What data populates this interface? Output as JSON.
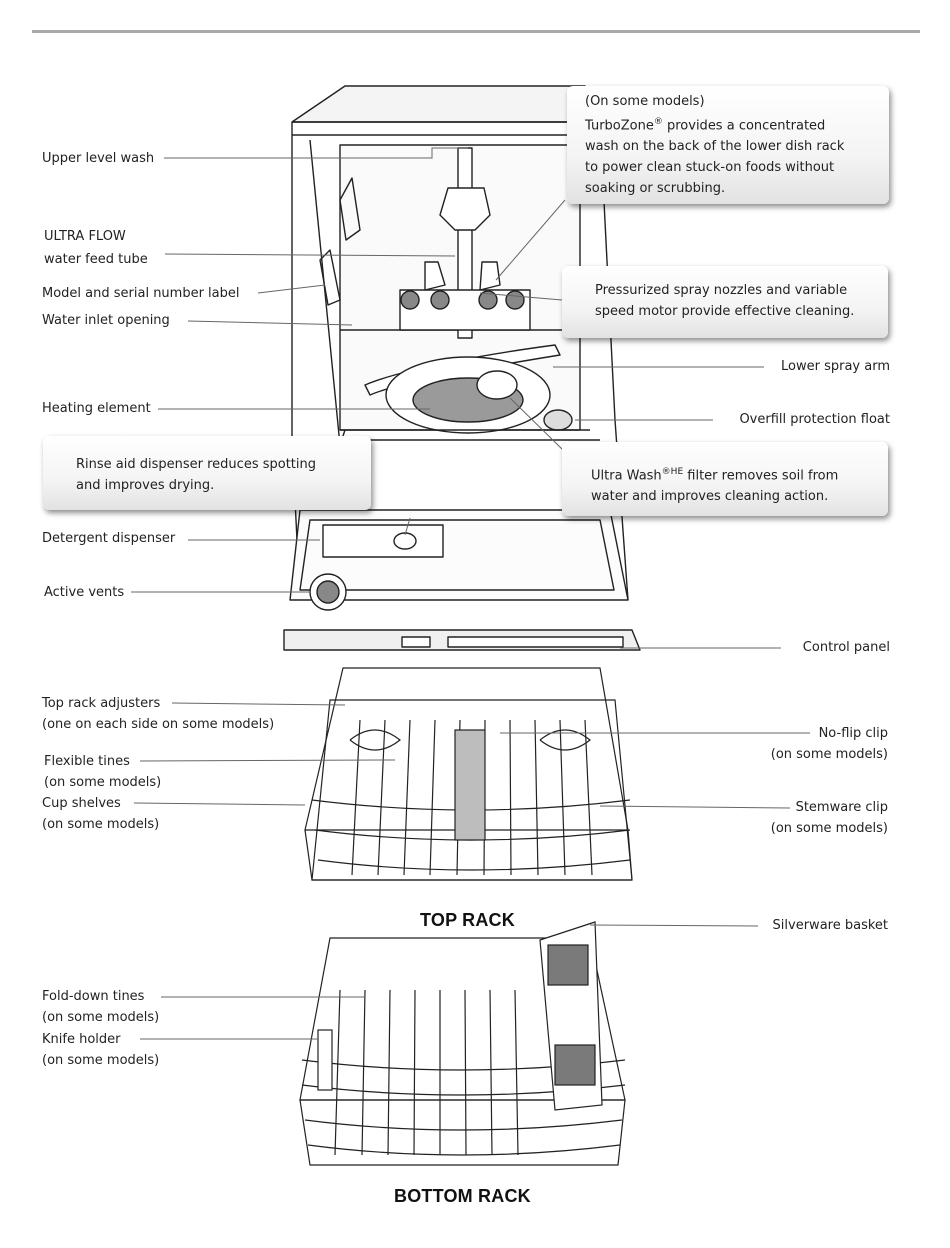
{
  "labels_left": {
    "upper_level_wash": "Upper level wash",
    "ultra_flow_line1": "ULTRA FLOW",
    "ultra_flow_line2": "water feed tube",
    "model_serial": "Model and serial number label",
    "water_inlet": "Water inlet opening",
    "heating_element": "Heating element",
    "detergent_dispenser": "Detergent dispenser",
    "active_vents": "Active vents",
    "top_rack_adjusters_line1": "Top rack adjusters",
    "top_rack_adjusters_line2": "(one on each side on some models)",
    "flexible_tines_line1": "Flexible tines",
    "flexible_tines_line2": "(on some models)",
    "cup_shelves_line1": "Cup shelves",
    "cup_shelves_line2": "(on some models)",
    "fold_down_tines_line1": "Fold-down tines",
    "fold_down_tines_line2": "(on some models)",
    "knife_holder_line1": "Knife holder",
    "knife_holder_line2": "(on some models)"
  },
  "labels_right": {
    "lower_spray_arm": "Lower spray arm",
    "overfill_float": "Overfill protection float",
    "control_panel": "Control panel",
    "no_flip_clip_line1": "No-flip clip",
    "no_flip_clip_line2": "(on some models)",
    "stemware_clip_line1": "Stemware clip",
    "stemware_clip_line2": "(on some models)",
    "silverware_basket": "Silverware basket"
  },
  "callouts": {
    "turbozone": {
      "line1": "(On some models)",
      "line2_prefix": "TurboZone",
      "line2_sup": "®",
      "line2_suffix": " provides a concentrated",
      "line3": "wash on the back of the lower dish rack",
      "line4": "to power clean stuck-on foods without",
      "line5": "soaking or scrubbing."
    },
    "spray_nozzles": {
      "line1": "Pressurized spray nozzles and variable",
      "line2": "speed motor provide effective cleaning."
    },
    "rinse_aid": {
      "line1": "Rinse aid dispenser reduces spotting",
      "line2": "and improves drying."
    },
    "ultra_wash": {
      "line1_prefix": "Ultra Wash",
      "line1_sup": "®HE",
      "line1_suffix": " filter removes soil from",
      "line2": "water and improves cleaning action."
    }
  },
  "rack_titles": {
    "top": "TOP RACK",
    "bottom": "BOTTOM RACK"
  }
}
